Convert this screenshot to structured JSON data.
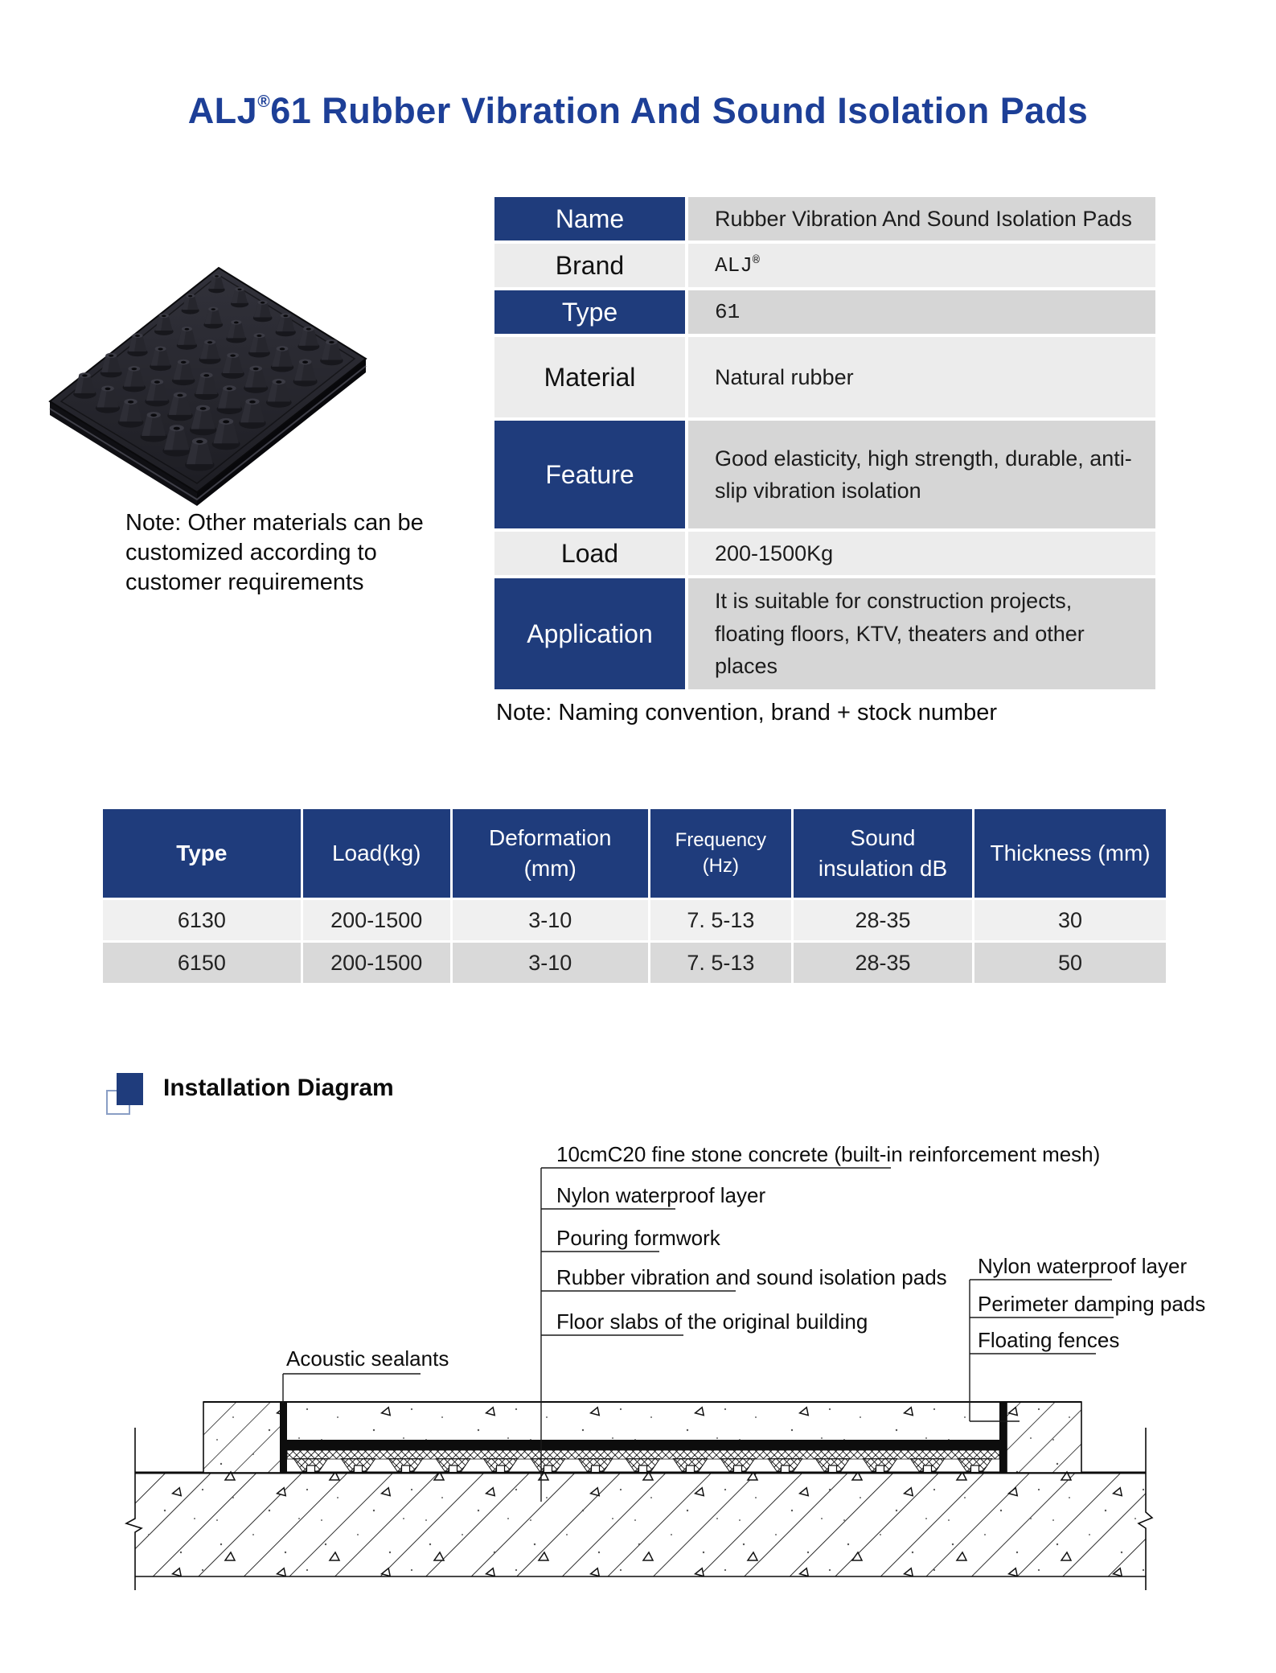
{
  "page_title": {
    "brand": "ALJ",
    "reg": "®",
    "rest": "61 Rubber Vibration And Sound Isolation Pads"
  },
  "photo_note": {
    "lines": [
      "Note: Other materials can be",
      "customized according to",
      "customer requirements"
    ]
  },
  "spec": {
    "rows": [
      {
        "label": "Name",
        "value": "Rubber Vibration And Sound Isolation Pads"
      },
      {
        "label": "Brand",
        "value": "ALJ",
        "sup": "®"
      },
      {
        "label": "Type",
        "value": "61"
      },
      {
        "label": "Material",
        "value": "Natural rubber"
      },
      {
        "label": "Feature",
        "value": "Good elasticity, high strength, durable, anti-slip vibration isolation"
      },
      {
        "label": "Load",
        "value": "200-1500Kg"
      },
      {
        "label": "Application",
        "value": "It is suitable for construction projects, floating floors, KTV, theaters and other places"
      }
    ]
  },
  "spec_note": "Note: Naming convention, brand + stock number",
  "perf": {
    "headers": [
      "Type",
      "Load(kg)",
      "Deformation (mm)",
      "Frequency (Hz)",
      "Sound insulation dB",
      "Thickness (mm)"
    ],
    "rows": [
      [
        "6130",
        "200-1500",
        "3-10",
        "7. 5-13",
        "28-35",
        "30"
      ],
      [
        "6150",
        "200-1500",
        "3-10",
        "7. 5-13",
        "28-35",
        "50"
      ]
    ]
  },
  "install": {
    "heading": "Installation Diagram",
    "labels": {
      "concrete": "10cmC20 fine stone concrete (built-in reinforcement mesh)",
      "nylon_left": "Nylon waterproof layer",
      "formwork": "Pouring formwork",
      "rubber_pads": "Rubber vibration and sound isolation pads",
      "floor_slabs": "Floor slabs of the original building",
      "acoustic": "Acoustic sealants",
      "nylon_right": "Nylon waterproof layer",
      "perimeter": "Perimeter damping pads",
      "fences": "Floating fences"
    }
  },
  "colors": {
    "header_blue": "#1f3c7c",
    "title_blue": "#1d3f97",
    "value_gray_dark": "#d6d6d6",
    "value_gray_light": "#ececec",
    "row_light": "#f0f0f0",
    "row_dark": "#d9d9d9"
  }
}
